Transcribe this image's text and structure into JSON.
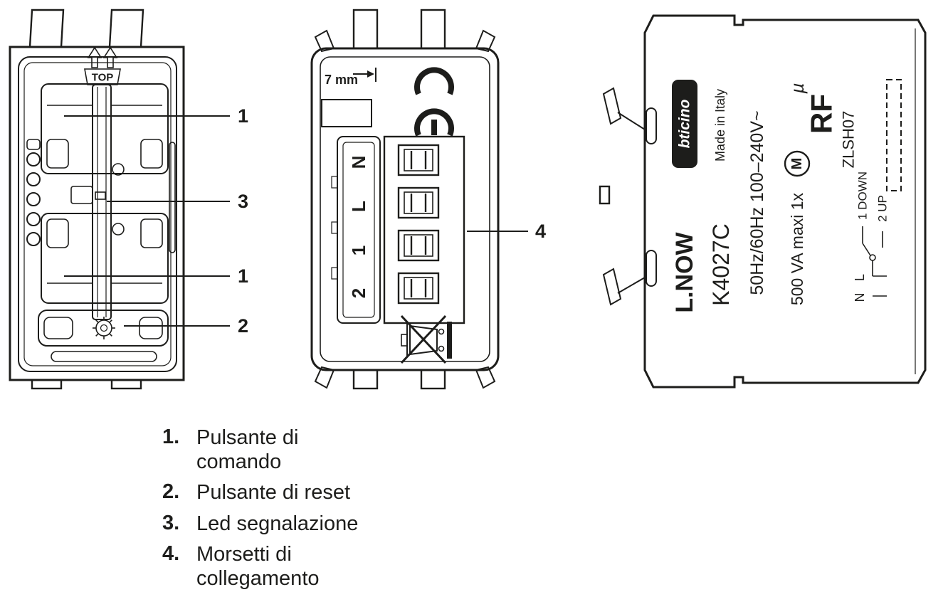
{
  "figure": {
    "callouts": {
      "c1": "1",
      "c2": "2",
      "c3": "3",
      "c4": "4"
    },
    "front_view": {
      "top_label": "TOP"
    },
    "rear_view": {
      "gauge_label": "7 mm",
      "terminal_labels": [
        "N",
        "L",
        "1",
        "2"
      ]
    },
    "side_view": {
      "brand": "bticino",
      "made_in": "Made in Italy",
      "series": "L.NOW",
      "model": "K4027C",
      "rating_line1": "50Hz/60Hz  100–240V~",
      "rating_line2": "500 VA maxi  1x",
      "motor_mark": "M",
      "radio_mark": "RF",
      "ref_code": "ZLSH07",
      "micro_mark": "µ",
      "wiring": {
        "down": "1 DOWN",
        "up": "2 UP",
        "line": "L",
        "neutral": "N"
      }
    },
    "legend": [
      {
        "num": "1.",
        "line1": "Pulsante di",
        "line2": "comando"
      },
      {
        "num": "2.",
        "line1": "Pulsante di reset"
      },
      {
        "num": "3.",
        "line1": "Led segnalazione"
      },
      {
        "num": "4.",
        "line1": "Morsetti di",
        "line2": "collegamento"
      }
    ]
  }
}
